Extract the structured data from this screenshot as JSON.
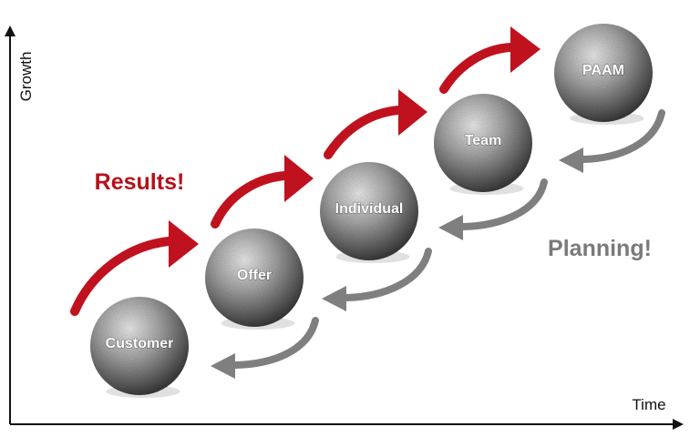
{
  "axes": {
    "x_label": "Time",
    "y_label": "Growth"
  },
  "labels": {
    "results": "Results!",
    "planning": "Planning!"
  },
  "colors": {
    "results_arrow": "#c0121e",
    "planning_arrow": "#7f7f7f",
    "results_text": "#b5111b",
    "planning_text": "#7a7a7a",
    "axis": "#111111",
    "ball_light": "#ececec",
    "ball_mid": "#9c9c9c",
    "ball_dark": "#4a4a4a"
  },
  "stages": [
    {
      "label": "Customer"
    },
    {
      "label": "Offer"
    },
    {
      "label": "Individual"
    },
    {
      "label": "Team"
    },
    {
      "label": "PAAM"
    }
  ]
}
